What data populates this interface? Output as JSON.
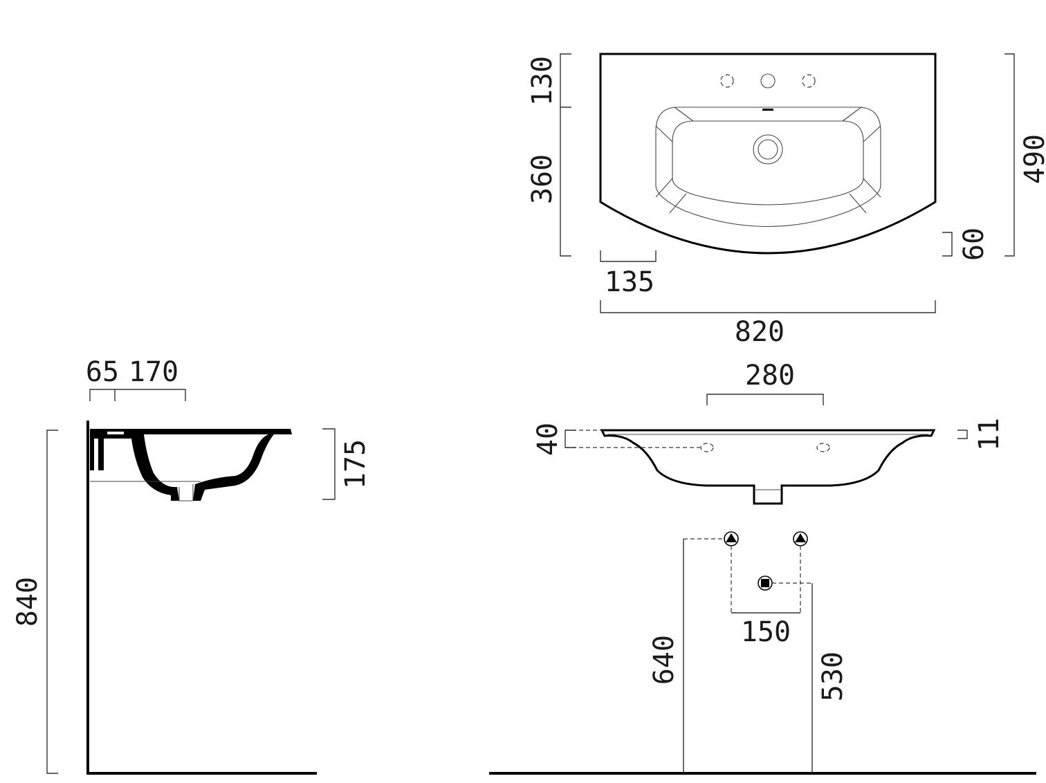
{
  "colors": {
    "line": "#000000",
    "dimension": "#333333",
    "section_fill": "#000000",
    "background": "#ffffff"
  },
  "top_view": {
    "dim_front_ledge": "130",
    "dim_bowl_depth": "360",
    "dim_total_depth": "490",
    "dim_arc_rise": "60",
    "dim_corner_width": "135",
    "dim_total_width": "820"
  },
  "side_section": {
    "dim_back_rim": "65",
    "dim_tap_offset": "170",
    "dim_basin_height": "175",
    "dim_mount_height": "840"
  },
  "front_view": {
    "dim_waste_spacing": "280",
    "dim_rim_thickness": "40",
    "dim_edge_thickness": "11"
  },
  "plumbing": {
    "dim_supply_spacing": "150",
    "dim_supply_height": "640",
    "dim_waste_height": "530",
    "supply_icon": "triangle-circle-icon",
    "waste_icon": "square-circle-icon"
  }
}
